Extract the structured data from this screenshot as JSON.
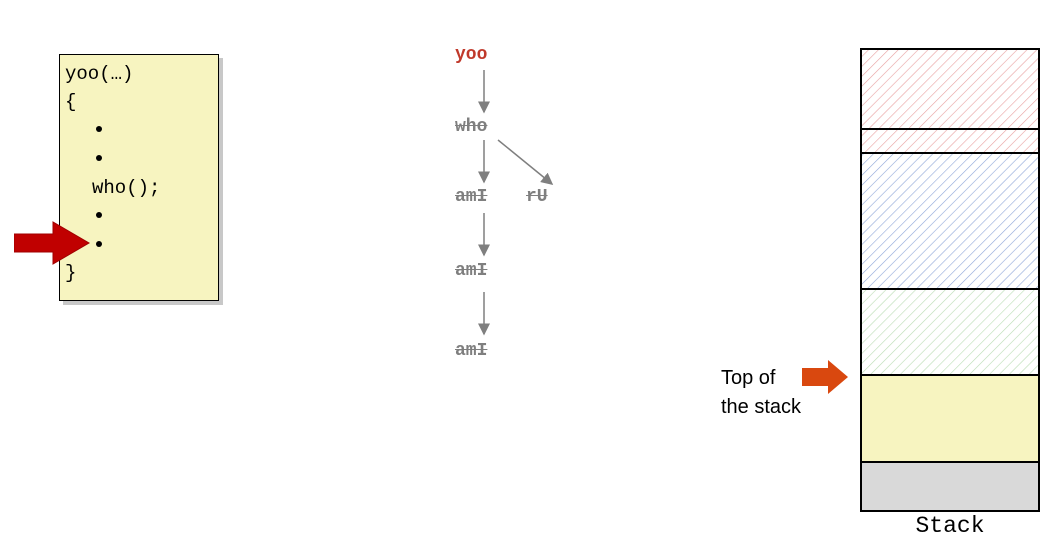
{
  "code": {
    "header": "yoo(…)",
    "open_brace": "{",
    "call": "who();",
    "close_brace": "}"
  },
  "tree": {
    "nodes": [
      {
        "id": "yoo",
        "label": "yoo",
        "active": true
      },
      {
        "id": "who",
        "label": "who",
        "active": false
      },
      {
        "id": "amI1",
        "label": "amI",
        "active": false
      },
      {
        "id": "rU",
        "label": "rU",
        "active": false
      },
      {
        "id": "amI2",
        "label": "amI",
        "active": false
      },
      {
        "id": "amI3",
        "label": "amI",
        "active": false
      }
    ]
  },
  "stack": {
    "label": "Stack",
    "top_label_line1": "Top of",
    "top_label_line2": "the stack",
    "colors": {
      "red_hatch": "#e8a0a0",
      "blue_hatch": "#8fa6d8",
      "green_hatch": "#b9dcb3",
      "active_frame": "#f7f4c0",
      "base_frame": "#d9d9d9"
    }
  },
  "colors": {
    "pointer_arrow": "#c00000",
    "top_arrow": "#d9480f",
    "active_node": "#c0392b",
    "inactive_node": "#7f7f7f"
  }
}
